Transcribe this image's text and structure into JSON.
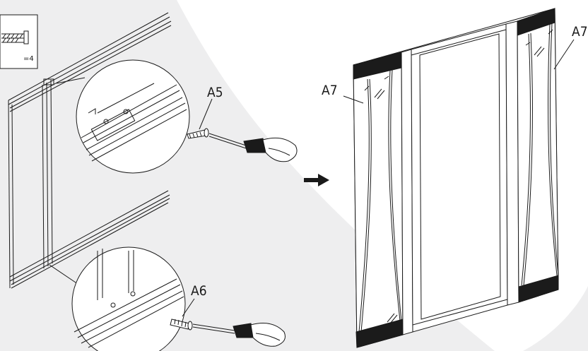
{
  "inset": {
    "count_text": "=4"
  },
  "labels": {
    "a5": "A5",
    "a6": "A6",
    "a7_left": "A7",
    "a7_right": "A7"
  },
  "colors": {
    "background": "#ffffff",
    "panel_shade": "#eeeeef",
    "line": "#1a1a1a",
    "dark_band": "#1b1b1b"
  },
  "icons": {
    "arrow": "right-arrow-icon",
    "screwdriver": "screwdriver-icon",
    "screw": "screw-icon"
  }
}
